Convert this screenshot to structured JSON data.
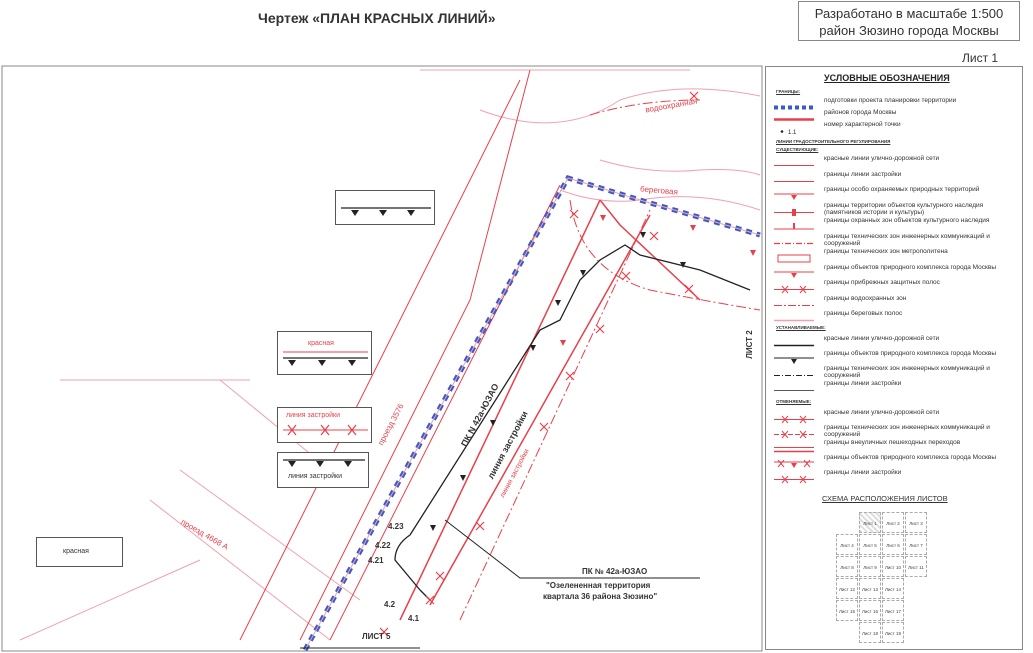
{
  "header": {
    "title": "Чертеж «ПЛАН КРАСНЫХ ЛИНИЙ»",
    "scale_line1": "Разработано в масштабе 1:500",
    "scale_line2": "район Зюзино города Москвы",
    "sheet": "Лист 1"
  },
  "map": {
    "labels": {
      "vodookhrannaya": "водоохранная",
      "beregovaya": "береговая",
      "proezd_3576": "проезд 3576",
      "proezd_4668": "проезд 4668 А",
      "pk_vertical": "ПК N 42а-ЮЗАО",
      "liniya_zastroiki_vertical": "линия застройки",
      "liniya_zastroiki_red": "линия застройки",
      "list2": "ЛИСТ 2",
      "list5": "ЛИСТ 5",
      "pt_423": "4.23",
      "pt_422": "4.22",
      "pt_421": "4.21",
      "pt_42": "4.2",
      "pt_41": "4.1",
      "pk_caption": "ПК № 42а-ЮЗАО",
      "area_line1": "\"Озелененная территория",
      "area_line2": "квартала 36 района Зюзино\""
    },
    "boxes": {
      "krasnaya_upper": "красная",
      "liniya_zastroiki_red_box": "линия застройки",
      "liniya_zastroiki_black_box": "линия застройки",
      "krasnaya_left": "красная"
    }
  },
  "legend": {
    "title": "УСЛОВНЫЕ ОБОЗНАЧЕНИЯ",
    "sec_borders": "ГРАНИЦЫ:",
    "borders": [
      {
        "sym": "blue-dotted",
        "text": "подготовки проекта планировки территории"
      },
      {
        "sym": "red-solid",
        "text": "районов города Москвы"
      },
      {
        "sym": "point",
        "text": "номер характерной точки",
        "sym_text": "1.1"
      }
    ],
    "sec_regulation": "ЛИНИИ ГРАДОСТРОИТЕЛЬНОГО РЕГУЛИРОВАНИЯ",
    "sec_existing": "СУЩЕСТВУЮЩИЕ:",
    "existing": [
      {
        "sym": "red-thin",
        "text": "красные линии улично-дорожной сети"
      },
      {
        "sym": "red-thin",
        "text": "границы линии застройки"
      },
      {
        "sym": "red-tri",
        "text": "границы особо охраняемых природных территорий"
      },
      {
        "sym": "red-thick",
        "text": "границы территории объектов культурного наследия (памятников истории и культуры)"
      },
      {
        "sym": "red-tick",
        "text": "границы охранных зон объектов культурного наследия"
      },
      {
        "sym": "red-dash",
        "text": "границы технических зон инженерных коммуникаций и сооружений"
      },
      {
        "sym": "red-box",
        "text": "границы технических зон метрополитена"
      },
      {
        "sym": "red-tri",
        "text": "границы объектов природного комплекса города Москвы"
      },
      {
        "sym": "red-x",
        "text": "границы прибрежных защитных полос"
      },
      {
        "sym": "red-dashdot",
        "text": "границы водоохранных зон"
      },
      {
        "sym": "pink",
        "text": "границы береговых полос"
      }
    ],
    "sec_established": "УСТАНАВЛИВАЕМЫЕ:",
    "established": [
      {
        "sym": "black-solid",
        "text": "красные линии улично-дорожной сети"
      },
      {
        "sym": "black-tri",
        "text": "границы объектов природного комплекса города Москвы"
      },
      {
        "sym": "black-dash",
        "text": "границы технических зон инженерных коммуникаций и сооружений"
      },
      {
        "sym": "black-thin",
        "text": "границы линии застройки"
      }
    ],
    "sec_cancelled": "ОТМЕНЯЕМЫЕ:",
    "cancelled": [
      {
        "sym": "red-x",
        "text": "красные линии улично-дорожной сети"
      },
      {
        "sym": "red-x-dash",
        "text": "границы технических зон инженерных коммуникаций и сооружений"
      },
      {
        "sym": "red-double",
        "text": "границы внеуличных пешеходных переходов"
      },
      {
        "sym": "red-x-tri",
        "text": "границы объектов природного комплекса города Москвы"
      },
      {
        "sym": "red-x",
        "text": "границы линии застройки"
      }
    ],
    "scheme_title": "СХЕМА РАСПОЛОЖЕНИЯ ЛИСТОВ",
    "scheme_cells": [
      "Лист 1",
      "Лист 2",
      "Лист 3",
      "Лист 4",
      "Лист 5",
      "Лист 6",
      "Лист 7",
      "Лист 8",
      "Лист 9",
      "Лист 10",
      "Лист 11",
      "Лист 12",
      "Лист 13",
      "Лист 14",
      "Лист 15",
      "Лист 16",
      "Лист 17",
      "Лист 18",
      "Лист 19"
    ]
  },
  "colors": {
    "red": "#e8404a",
    "pink": "#f2a0b0",
    "blue": "#3a5bc4",
    "black": "#222222"
  }
}
